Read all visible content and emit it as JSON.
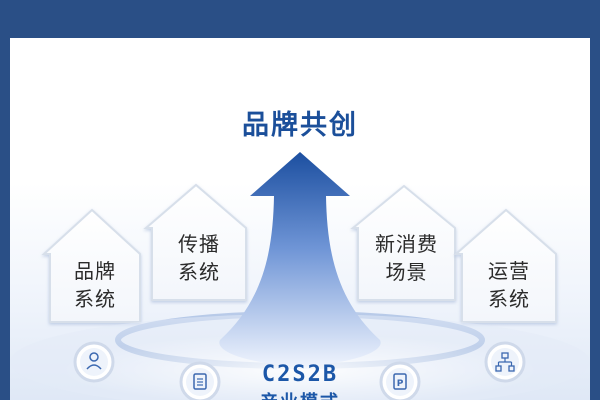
{
  "diagram": {
    "title": "品牌共创",
    "houses": [
      {
        "line1": "品牌",
        "line2": "系统"
      },
      {
        "line1": "传播",
        "line2": "系统"
      },
      {
        "line1": "新消费",
        "line2": "场景"
      },
      {
        "line1": "运营",
        "line2": "系统"
      }
    ],
    "center": {
      "code": "C2S2B",
      "subtitle": "产业模式"
    },
    "icons": [
      "user-icon",
      "document-icon",
      "parking-p-icon",
      "network-icon"
    ],
    "colors": {
      "frame": "#2a4f86",
      "title": "#1b4f9a",
      "arrow_top": "#1c4fa0",
      "arrow_bottom": "#e7eefb"
    }
  }
}
